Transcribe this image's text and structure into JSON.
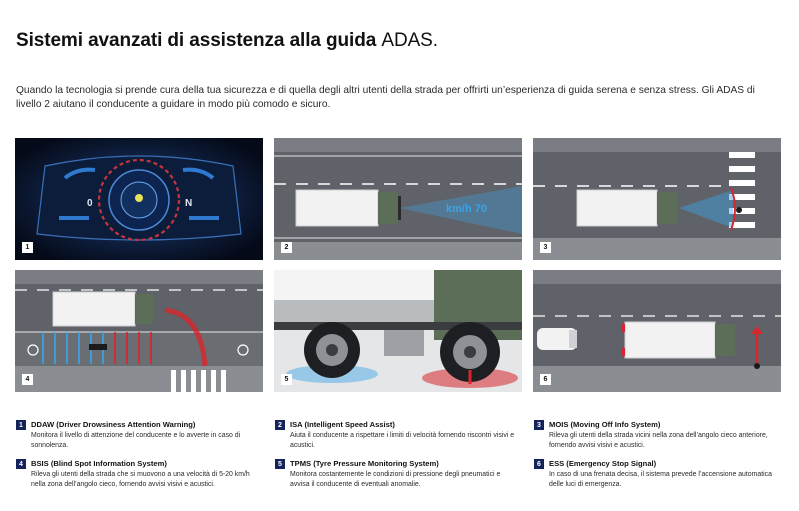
{
  "header": {
    "title_bold": "Sistemi avanzati di assistenza alla guida",
    "title_light": "ADAS."
  },
  "intro": "Quando la tecnologia si prende cura della tua sicurezza e di quella degli altri utenti della strada per offrirti un’esperienza di guida serena e senza stress. Gli ADAS di livello 2 aiutano il conducente a guidare in modo più comodo e sicuro.",
  "panels": [
    {
      "number": "1",
      "gauge_labels": [
        "0",
        "N"
      ]
    },
    {
      "number": "2",
      "speed_label": "km/h 70"
    },
    {
      "number": "3"
    },
    {
      "number": "4"
    },
    {
      "number": "5"
    },
    {
      "number": "6"
    }
  ],
  "features": [
    {
      "number": "1",
      "name": "DDAW (Driver Drowsiness Attention Warning)",
      "description": "Monitora il livello di attenzione del conducente e lo avverte in caso di sonnolenza."
    },
    {
      "number": "2",
      "name": "ISA (Intelligent Speed Assist)",
      "description": "Aiuta il conducente a rispettare i limiti di velocità fornendo riscontri visivi e acustici."
    },
    {
      "number": "3",
      "name": "MOIS (Moving Off Info System)",
      "description": "Rileva gli utenti della strada vicini nella zona dell’angolo cieco anteriore, fornendo avvisi visivi e acustici."
    },
    {
      "number": "4",
      "name": "BSIS (Blind Spot Information System)",
      "description": "Rileva gli utenti della strada che si muovono a una velocità di 5-20 km/h nella zona dell’angolo cieco, fornendo avvisi visivi e acustici."
    },
    {
      "number": "5",
      "name": "TPMS (Tyre Pressure Monitoring System)",
      "description": "Monitora costantemente le condizioni di pressione degli pneumatici e avvisa il conducente di eventuali anomalie."
    },
    {
      "number": "6",
      "name": "ESS (Emergency Stop Signal)",
      "description": "In caso di una frenata decisa, il sistema prevede l’accensione automatica delle luci di emergenza."
    }
  ],
  "colors": {
    "badge": "#15235b",
    "road": "#5f6268",
    "sensor_blue": "#3ba3e6",
    "warning_red": "#d8262c",
    "cab_green": "#5d6e58"
  }
}
